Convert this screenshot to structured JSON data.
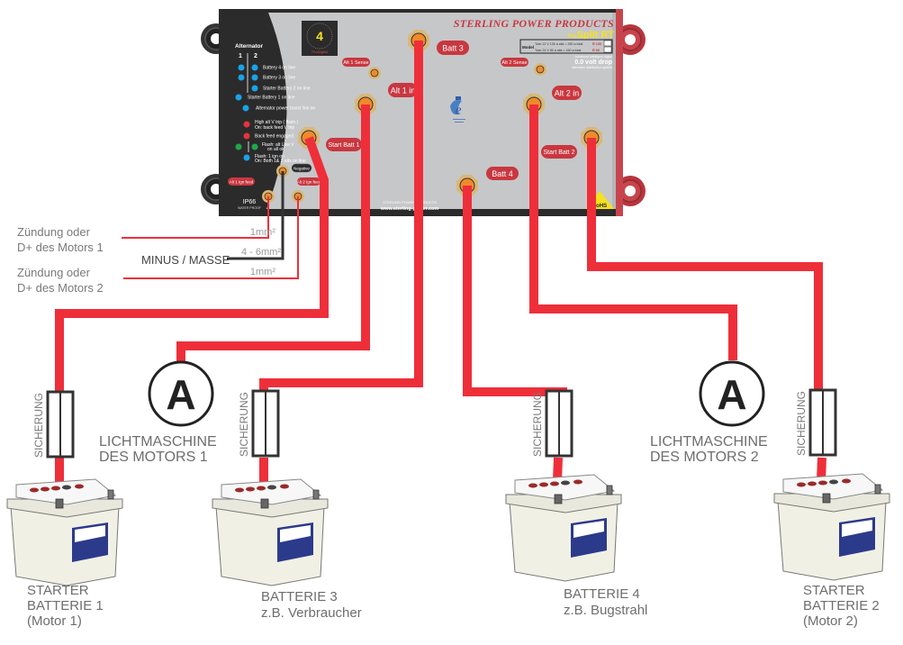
{
  "device": {
    "brand": "Sterling Power Products",
    "product_prefix": "Pro",
    "product_name": "Split RT",
    "model_label": "Model",
    "model_lines": [
      {
        "text": "Twin 12 V 130 a alts = 260 a total",
        "code": "R 130"
      },
      {
        "text": "Twin 24 V  80 a alts = 160 a total",
        "code": "R  80"
      }
    ],
    "tagline_top": "Advanced intelligent digital",
    "tagline_main": "0.0 volt drop",
    "tagline_bottom": "alternator distribution system",
    "logo_letter": "D",
    "logo_digit": "4",
    "logo_ring": "DYNAMIC · DIGITAL · DURABLE · DESIGN",
    "logo_sub": "technology",
    "logo_caption": "ProDigital",
    "ip_rating": "IP66",
    "ip_sub": "WATER PROOF",
    "footer_brand": "STERLING POWER PRODUCTS",
    "footer_url": "www.sterling-power.com",
    "rohs": "RoHS",
    "panel_title": "Alternator",
    "col1": "1",
    "col2": "2",
    "leds": [
      {
        "text": "Battery 4 on line"
      },
      {
        "text": "Battery 3 on line"
      },
      {
        "text": "Starter Battery 2 on line"
      },
      {
        "text": "Starter Battery 1 on line"
      },
      {
        "text": "Alternator power boost link on"
      },
      {
        "text": "High alt V trip ( flash )",
        "text2": "On: back feed V trip"
      },
      {
        "text": "Back feed engaged"
      },
      {
        "text": "Flash: alt Low V",
        "text2": "on all ok"
      },
      {
        "text": "Flash: 1 ign on",
        "text2": "On: Both 1& 2 alts on line"
      }
    ],
    "colors": {
      "led_blue": "#1aa3e8",
      "led_red": "#e8323c",
      "led_green": "#1ea84a",
      "pill": "#c9373f",
      "wire": "#ee2f3a",
      "body": "#c6c7c9",
      "dark": "#2b2b2b",
      "side": "#c8444c"
    },
    "terminals": {
      "batt3": "Batt 3",
      "alt1_sense": "Alt 1 Sense",
      "alt1_in": "Alt 1 in",
      "start_batt1": "Start Batt 1",
      "alt2_sense": "Alt 2 Sense",
      "alt2_in": "Alt 2 in",
      "start_batt2": "Start Batt 2",
      "batt4": "Batt 4",
      "negative": "Negative",
      "alt1_ign": "Alt 1 Ign feed",
      "alt2_ign": "Alt 2 Ign feed"
    }
  },
  "wires": {
    "ign1_line1": "Zündung oder",
    "ign1_line2": "D+ des Motors 1",
    "ign1_size": "1mm²",
    "ground_label": "MINUS / MASSE",
    "ground_size": "4 - 6mm²",
    "ign2_line1": "Zündung oder",
    "ign2_line2": "D+ des Motors 2",
    "ign2_size": "1mm²"
  },
  "fuse_label": "SICHERUNG",
  "alternators": [
    {
      "symbol": "A",
      "line1": "LICHTMASCHINE",
      "line2": "DES MOTORS 1"
    },
    {
      "symbol": "A",
      "line1": "LICHTMASCHINE",
      "line2": "DES MOTORS 2"
    }
  ],
  "batteries": [
    {
      "line1": "STARTER",
      "line2": "BATTERIE 1",
      "line3": "(Motor 1)"
    },
    {
      "line1": "BATTERIE 3",
      "line2": "z.B. Verbraucher"
    },
    {
      "line1": "BATTERIE 4",
      "line2": "z.B. Bugstrahl"
    },
    {
      "line1": "STARTER",
      "line2": "BATTERIE 2",
      "line3": "(Motor 2)"
    }
  ]
}
